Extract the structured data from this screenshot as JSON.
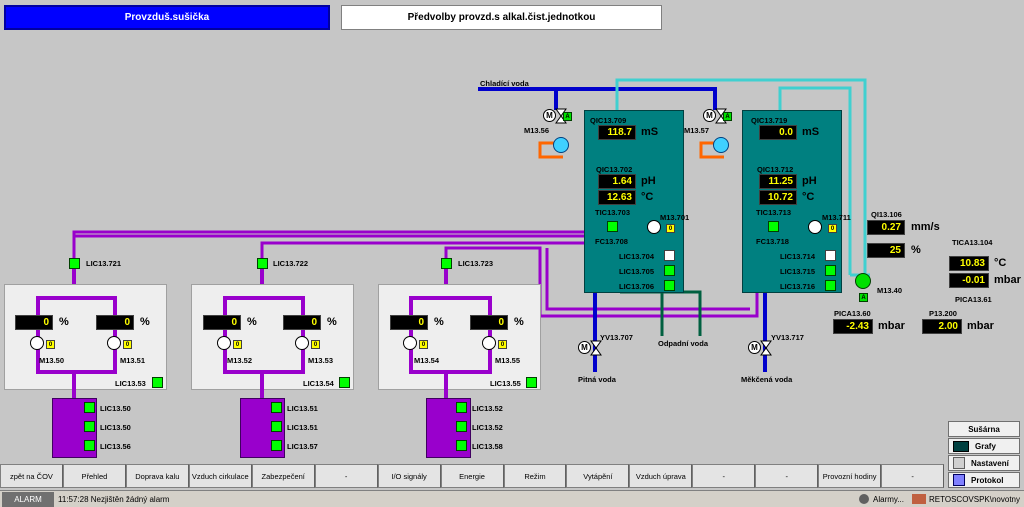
{
  "tabs": {
    "active": "Provzduš.sušička",
    "inactive": "Předvolby provzd.s alkal.čist.jednotkou"
  },
  "pipes": {
    "cooling": "Chladící voda",
    "waste": "Odpadní voda",
    "drinking": "Pitná voda",
    "softened": "Měkčená voda"
  },
  "unit1": {
    "valve": "M13.56",
    "valve_state": "A",
    "qic_mS": "QIC13.709",
    "mS_value": "118.7",
    "mS_unit": "mS",
    "qic_pH": "QIC13.702",
    "pH_value": "1.64",
    "pH_unit": "pH",
    "temp_value": "12.63",
    "temp_unit": "°C",
    "tic": "TIC13.703",
    "fc": "FC13.708",
    "pump": "M13.701",
    "pump_state": "0",
    "lic1": "LIC13.704",
    "lic2": "LIC13.705",
    "lic3": "LIC13.706",
    "yv": "YV13.707"
  },
  "unit2": {
    "valve": "M13.57",
    "valve_state": "A",
    "qic_mS": "QIC13.719",
    "mS_value": "0.0",
    "mS_unit": "mS",
    "qic_pH": "QIC13.712",
    "pH_value": "11.25",
    "pH_unit": "pH",
    "temp_value": "10.72",
    "temp_unit": "°C",
    "tic": "TIC13.713",
    "fc": "FC13.718",
    "pump": "M13.711",
    "pump_state": "0",
    "lic1": "LIC13.714",
    "lic2": "LIC13.715",
    "lic3": "LIC13.716",
    "yv": "YV13.717"
  },
  "right": {
    "qi": "QI13.106",
    "flow_value": "0.27",
    "flow_unit": "mm/s",
    "pct_value": "25",
    "pct_unit": "%",
    "tica": "TICA13.104",
    "tica_value": "10.83",
    "tica_unit": "°C",
    "pica_value": "-0.01",
    "pica_unit": "mbar",
    "pica": "PICA13.61",
    "fan": "M13.40",
    "fan_state": "A",
    "pica60": "PICA13.60",
    "pica60_value": "-2.43",
    "pica60_unit": "mbar",
    "p13": "P13.200",
    "p13_value": "2.00",
    "p13_unit": "mbar"
  },
  "dryers": [
    {
      "lic": "LIC13.721",
      "m1": "M13.50",
      "m2": "M13.51",
      "v1": "0",
      "v2": "0",
      "pct": "%",
      "s1": "0",
      "s2": "0",
      "lic_bottom": "LIC13.53",
      "t1": "LIC13.50",
      "t2": "LIC13.50",
      "t3": "LIC13.56"
    },
    {
      "lic": "LIC13.722",
      "m1": "M13.52",
      "m2": "M13.53",
      "v1": "0",
      "v2": "0",
      "pct": "%",
      "s1": "0",
      "s2": "0",
      "lic_bottom": "LIC13.54",
      "t1": "LIC13.51",
      "t2": "LIC13.51",
      "t3": "LIC13.57"
    },
    {
      "lic": "LIC13.723",
      "m1": "M13.54",
      "m2": "M13.55",
      "v1": "0",
      "v2": "0",
      "pct": "%",
      "s1": "0",
      "s2": "0",
      "lic_bottom": "LIC13.55",
      "t1": "LIC13.52",
      "t2": "LIC13.52",
      "t3": "LIC13.58"
    }
  ],
  "side_buttons": {
    "susarna": "Sušárna",
    "grafy": "Grafy",
    "nastaveni": "Nastavení",
    "protokol": "Protokol"
  },
  "bottom_buttons": [
    "zpět na ČOV",
    "Přehled",
    "Doprava kalu",
    "Vzduch cirkulace",
    "Zabezpečení",
    "-",
    "I/O signály",
    "Energie",
    "Režim",
    "Vytápění",
    "Vzduch úprava",
    "-",
    "-",
    "Provozní hodiny",
    "-"
  ],
  "status": {
    "alarm": "ALARM",
    "message": "11:57:28 Nezjištěn žádný alarm",
    "alarms": "Alarmy...",
    "user": "RETOSCOVSPK\\novotny"
  },
  "motor_symbol": "M"
}
